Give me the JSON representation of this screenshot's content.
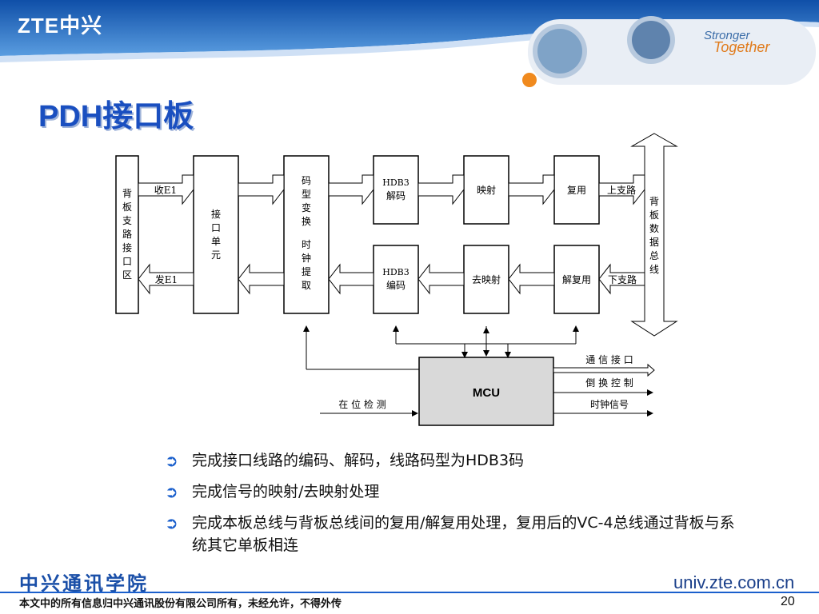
{
  "header": {
    "logo": "ZTE中兴",
    "slogan_line1": "Stronger",
    "slogan_line2": "Together"
  },
  "title": "PDH接口板",
  "diagram": {
    "backplane_interface": [
      "背",
      "板",
      "支",
      "路",
      "接",
      "口",
      "区"
    ],
    "interface_unit": [
      "接",
      "口",
      "单",
      "元"
    ],
    "codec": [
      "码",
      "型",
      "变",
      "换",
      "时",
      "钟",
      "提",
      "取"
    ],
    "hdb3_decode": [
      "HDB3",
      "解码"
    ],
    "hdb3_encode": [
      "HDB3",
      "编码"
    ],
    "map": "映射",
    "demap": "去映射",
    "mux": "复用",
    "demux": "解复用",
    "rx_e1": "收E1",
    "tx_e1": "发E1",
    "upper_tributary": "上支路",
    "lower_tributary": "下支路",
    "backplane_bus": [
      "背",
      "板",
      "数",
      "据",
      "总",
      "线"
    ],
    "mcu": "MCU",
    "comm_interface": "通 信 接 口",
    "switch_control": "倒 换 控 制",
    "clock_signal": "时钟信号",
    "presence_detect": "在 位 检 测"
  },
  "bullets": [
    "完成接口线路的编码、解码，线路码型为HDB3码",
    "完成信号的映射/去映射处理",
    "完成本板总线与背板总线间的复用/解复用处理，复用后的VC-4总线通过背板与系统其它单板相连"
  ],
  "footer": {
    "brand": "中兴通讯学院",
    "note": "本文中的所有信息归中兴通讯股份有限公司所有，未经允许，不得外传",
    "url": "univ.zte.com.cn",
    "page": "20"
  }
}
